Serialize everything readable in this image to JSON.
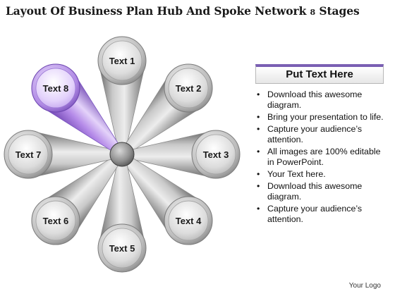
{
  "title": {
    "main": "Layout Of Business Plan Hub And Spoke Network",
    "count": "8",
    "suffix": "Stages"
  },
  "diagram": {
    "accent_color": "#9b6fd6",
    "highlighted_spoke": 8,
    "spokes": [
      {
        "label": "Text 1"
      },
      {
        "label": "Text 2"
      },
      {
        "label": "Text 3"
      },
      {
        "label": "Text 4"
      },
      {
        "label": "Text 5"
      },
      {
        "label": "Text 6"
      },
      {
        "label": "Text 7"
      },
      {
        "label": "Text 8"
      }
    ]
  },
  "panel": {
    "header": "Put Text Here",
    "bullets": [
      "Download this awesome diagram.",
      "Bring your presentation to life.",
      "Capture your audience’s attention.",
      "All images are 100% editable in PowerPoint.",
      "Your Text here.",
      "Download this awesome diagram.",
      "Capture your audience’s attention."
    ]
  },
  "footer": {
    "logo": "Your Logo"
  }
}
